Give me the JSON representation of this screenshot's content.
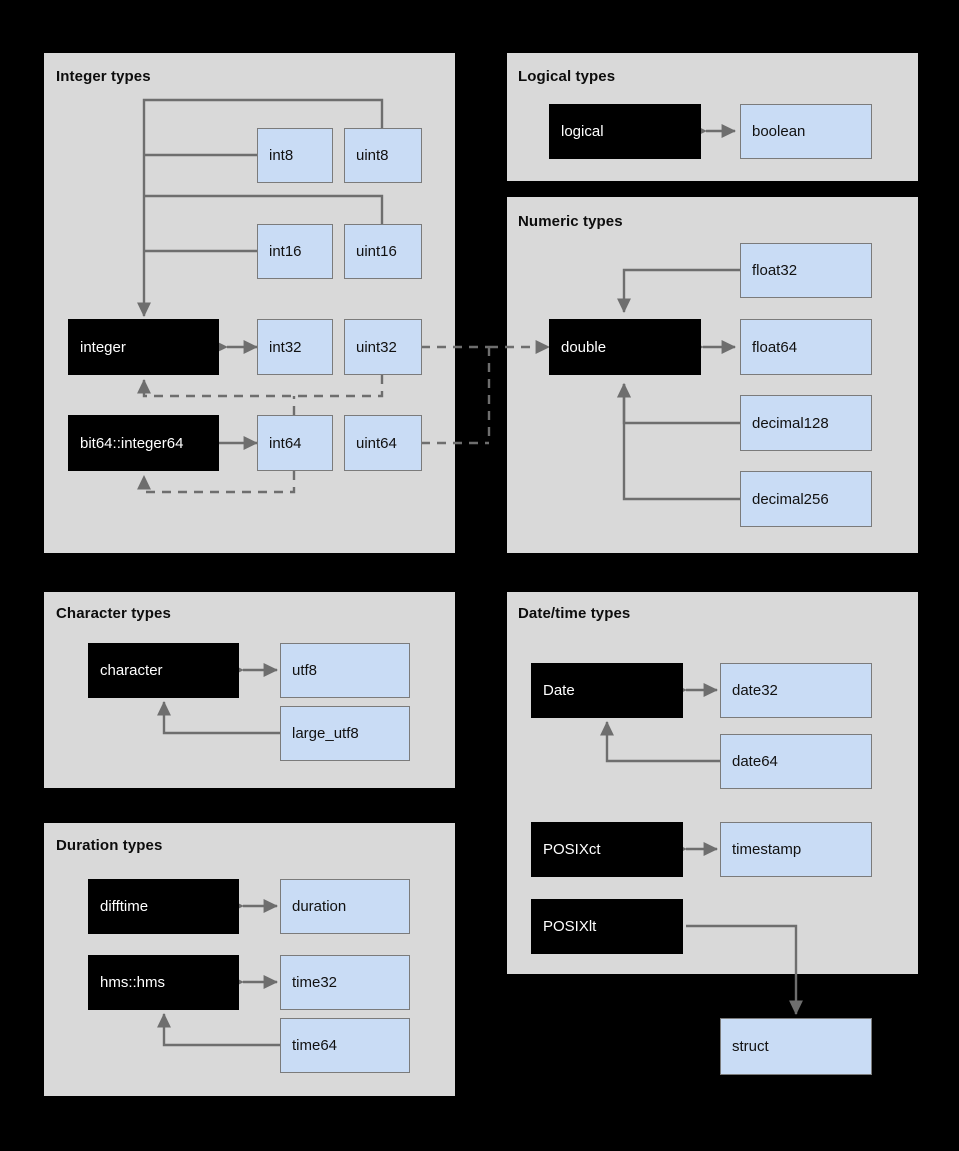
{
  "diagram": {
    "title_hidden": "",
    "background": "#000000",
    "panel_bg": "#d9d9d9",
    "blue_node": "#c9dcf5",
    "black_node": "#000000",
    "wire_color": "#6e6e6e"
  },
  "panels": [
    {
      "id": "integer",
      "title": "Integer types",
      "nodes": [
        {
          "id": "int8",
          "label": "int8",
          "kind": "blue"
        },
        {
          "id": "uint8",
          "label": "uint8",
          "kind": "blue"
        },
        {
          "id": "int16",
          "label": "int16",
          "kind": "blue"
        },
        {
          "id": "uint16",
          "label": "uint16",
          "kind": "blue"
        },
        {
          "id": "integer",
          "label": "integer",
          "kind": "black"
        },
        {
          "id": "int32",
          "label": "int32",
          "kind": "blue"
        },
        {
          "id": "uint32",
          "label": "uint32",
          "kind": "blue"
        },
        {
          "id": "bit64",
          "label": "bit64::integer64",
          "kind": "black"
        },
        {
          "id": "int64",
          "label": "int64",
          "kind": "blue"
        },
        {
          "id": "uint64",
          "label": "uint64",
          "kind": "blue"
        }
      ]
    },
    {
      "id": "logical",
      "title": "Logical types",
      "nodes": [
        {
          "id": "logical",
          "label": "logical",
          "kind": "black"
        },
        {
          "id": "boolean",
          "label": "boolean",
          "kind": "blue"
        }
      ]
    },
    {
      "id": "numeric",
      "title": "Numeric types",
      "nodes": [
        {
          "id": "float32",
          "label": "float32",
          "kind": "blue"
        },
        {
          "id": "double",
          "label": "double",
          "kind": "black"
        },
        {
          "id": "float64",
          "label": "float64",
          "kind": "blue"
        },
        {
          "id": "decimal128",
          "label": "decimal128",
          "kind": "blue"
        },
        {
          "id": "decimal256",
          "label": "decimal256",
          "kind": "blue"
        }
      ]
    },
    {
      "id": "character",
      "title": "Character  types",
      "nodes": [
        {
          "id": "character",
          "label": "character",
          "kind": "black"
        },
        {
          "id": "utf8",
          "label": "utf8",
          "kind": "blue"
        },
        {
          "id": "large_utf8",
          "label": "large_utf8",
          "kind": "blue"
        }
      ]
    },
    {
      "id": "duration",
      "title": "Duration  types",
      "nodes": [
        {
          "id": "difftime",
          "label": "difftime",
          "kind": "black"
        },
        {
          "id": "duration",
          "label": "duration",
          "kind": "blue"
        },
        {
          "id": "hmshms",
          "label": "hms::hms",
          "kind": "black"
        },
        {
          "id": "time32",
          "label": "time32",
          "kind": "blue"
        },
        {
          "id": "time64",
          "label": "time64",
          "kind": "blue"
        }
      ]
    },
    {
      "id": "datetime",
      "title": "Date/time types",
      "nodes": [
        {
          "id": "Date",
          "label": "Date",
          "kind": "black"
        },
        {
          "id": "date32",
          "label": "date32",
          "kind": "blue"
        },
        {
          "id": "date64",
          "label": "date64",
          "kind": "blue"
        },
        {
          "id": "POSIXct",
          "label": "POSIXct",
          "kind": "black"
        },
        {
          "id": "timestamp",
          "label": "timestamp",
          "kind": "blue"
        },
        {
          "id": "POSIXlt",
          "label": "POSIXlt",
          "kind": "black"
        }
      ]
    }
  ],
  "standalone_nodes": [
    {
      "id": "struct",
      "label": "struct",
      "kind": "blue"
    }
  ]
}
